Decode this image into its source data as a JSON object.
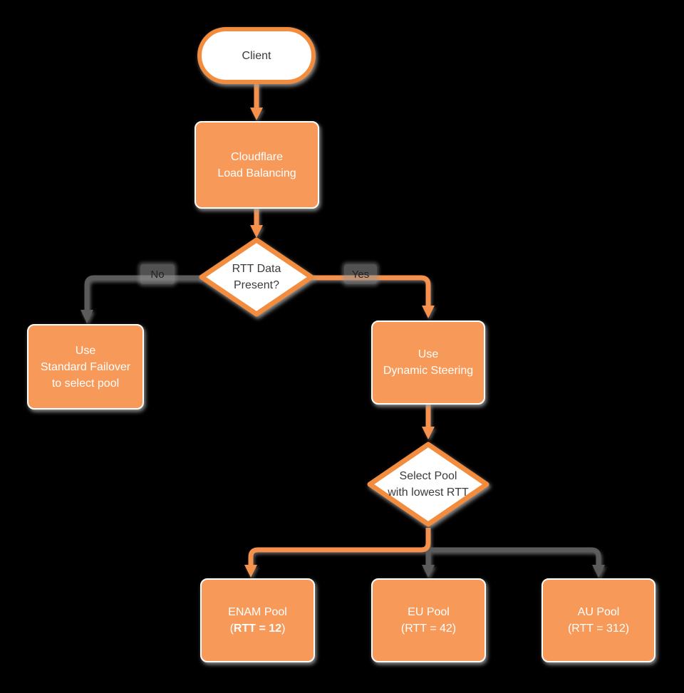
{
  "nodes": {
    "client": {
      "label": "Client"
    },
    "load_balancing": {
      "line1": "Cloudflare",
      "line2": "Load Balancing"
    },
    "rtt_decision": {
      "line1": "RTT Data",
      "line2": "Present?"
    },
    "standard_failover": {
      "line1": "Use",
      "line2": "Standard Failover",
      "line3": "to select pool"
    },
    "dynamic_steering": {
      "line1": "Use",
      "line2": "Dynamic Steering"
    },
    "select_pool": {
      "line1": "Select Pool",
      "line2": "with lowest RTT"
    },
    "enam_pool": {
      "line1": "ENAM Pool",
      "line2_prefix": "(",
      "line2_bold": "RTT = 12",
      "line2_suffix": ")"
    },
    "eu_pool": {
      "line1": "EU Pool",
      "line2": "(RTT = 42)"
    },
    "au_pool": {
      "line1": "AU Pool",
      "line2": "(RTT = 312)"
    }
  },
  "edge_labels": {
    "no": "No",
    "yes": "Yes"
  },
  "colors": {
    "background": "#000000",
    "node_fill_orange": "#F79A59",
    "node_stroke_orange": "#F28C3E",
    "edge_orange": "#F5914C",
    "edge_gray": "#5B5B5B",
    "text_dark": "#3B3B3B",
    "text_light": "#FFFFFF"
  }
}
